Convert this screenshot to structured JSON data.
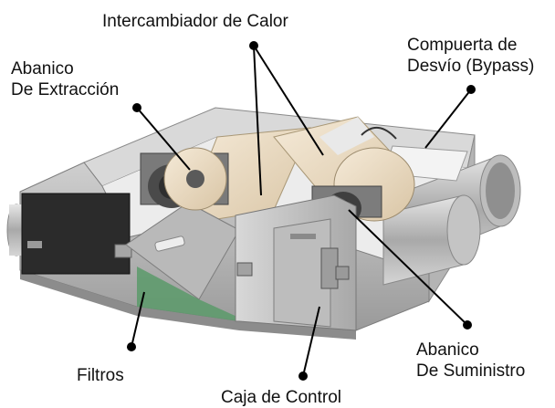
{
  "labels": {
    "heat_exchanger": "Intercambiador de Calor",
    "exhaust_fan": [
      "Abanico",
      "De Extracción"
    ],
    "bypass_damper": [
      "Compuerta de",
      "Desvío (Bypass)"
    ],
    "supply_fan": [
      "Abanico",
      "De Suministro"
    ],
    "filters": "Filtros",
    "control_box": "Caja de Control"
  },
  "colors": {
    "housing": "#c9c9c9",
    "housing_dark": "#9e9e9e",
    "core_light": "#f1e3cc",
    "core_dark": "#d7c4a6",
    "panel_black": "#2b2b2b",
    "filter_green": "#5a9a6a",
    "leader": "#000000"
  },
  "icons": [
    "fan-icon",
    "fan-icon",
    "duct-icon"
  ]
}
